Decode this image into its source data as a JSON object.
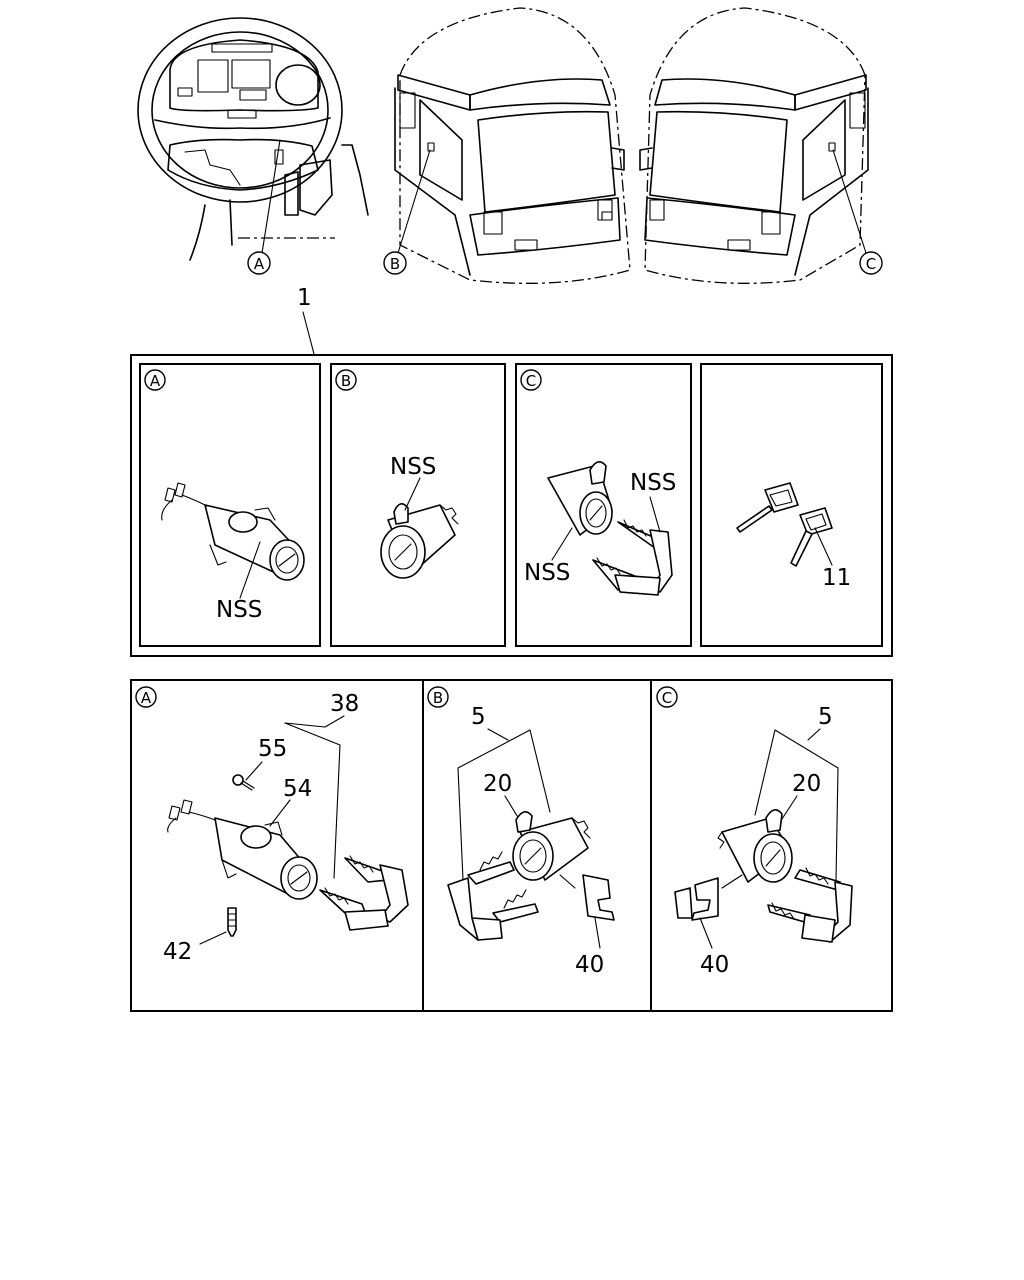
{
  "callouts": {
    "top_a": "A",
    "top_b": "B",
    "top_c": "C",
    "assembly": "1"
  },
  "assembly_panels": [
    {
      "letter": "A",
      "label": "NSS"
    },
    {
      "letter": "B",
      "label": "NSS"
    },
    {
      "letter": "C",
      "label": "NSS",
      "label2": "NSS"
    },
    {
      "label": "11"
    }
  ],
  "component_panels": [
    {
      "letter": "A",
      "parts": [
        "38",
        "55",
        "54",
        "42"
      ]
    },
    {
      "letter": "B",
      "parts": [
        "5",
        "20",
        "40"
      ]
    },
    {
      "letter": "C",
      "parts": [
        "5",
        "20",
        "40"
      ]
    }
  ]
}
